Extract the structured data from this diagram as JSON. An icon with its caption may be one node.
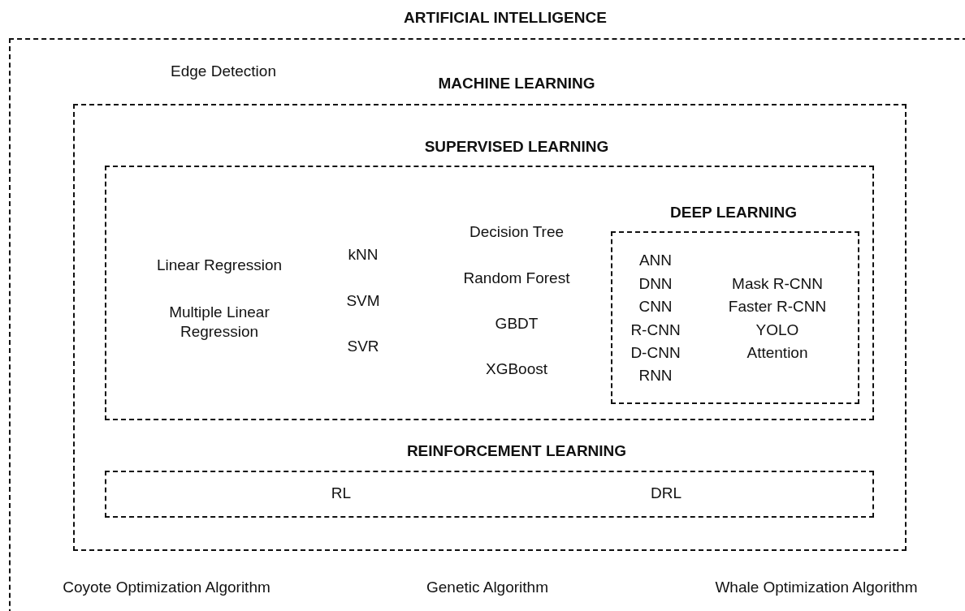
{
  "diagram": {
    "nodes": [
      {
        "text": [
          "ARTIFICIAL INTELLIGENCE",
          "Edge Detection",
          "Coyote Optimization Algorithm",
          "Genetic Algorithm",
          "Whale Optimization Algorithm"
        ]
      },
      {
        "text": [
          "MACHINE LEARNING"
        ],
        "in": 0
      },
      {
        "text": [
          "SUPERVISED LEARNING",
          "Linear Regression",
          "Multiple Linear Regression",
          "kNN",
          "SVM",
          "SVR",
          "Decision Tree",
          "Random Forest",
          "GBDT",
          "XGBoost"
        ],
        "in": 1
      },
      {
        "text": [
          "DEEP LEARNING",
          "ANN",
          "DNN",
          "CNN",
          "R-CNN",
          "D-CNN",
          "RNN",
          "Mask R-CNN",
          "Faster R-CNN",
          "YOLO",
          "Attention"
        ],
        "in": 2
      },
      {
        "text": [
          "REINFORCEMENT LEARNING",
          "RL",
          "DRL"
        ],
        "in": 1
      }
    ]
  }
}
